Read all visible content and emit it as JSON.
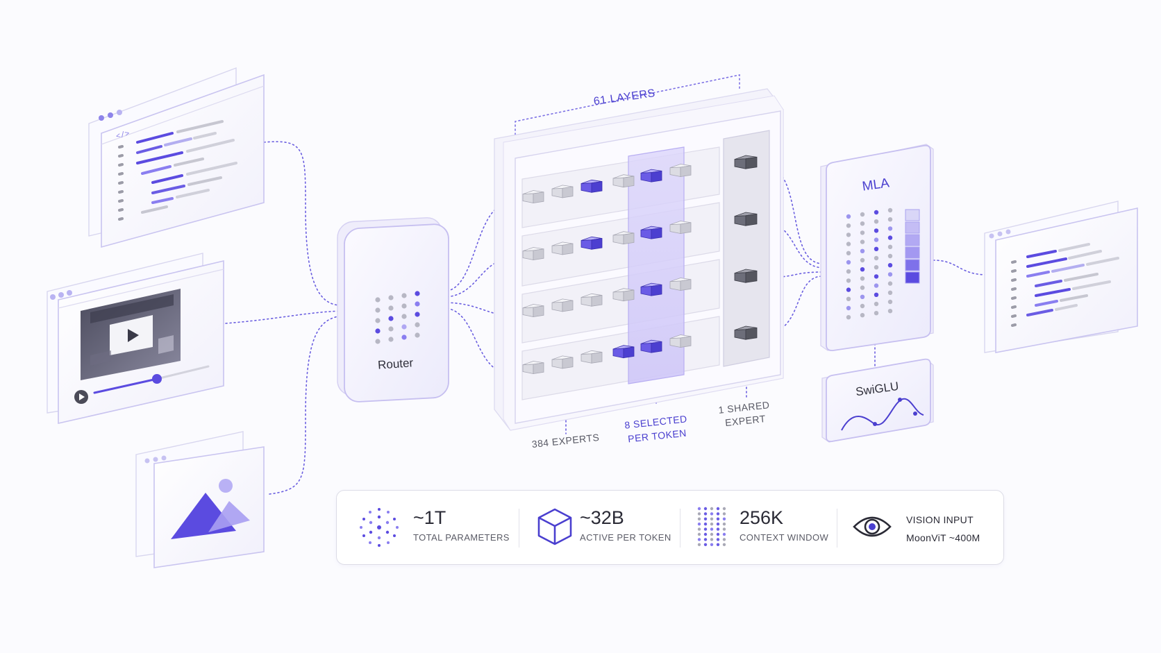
{
  "diagram": {
    "layers_label": "61 LAYERS",
    "router_label": "Router",
    "mla_label": "MLA",
    "swiglu_label": "SwiGLU",
    "experts_label": "384 EXPERTS",
    "selected_label_line1": "8 SELECTED",
    "selected_label_line2": "PER TOKEN",
    "shared_label_line1": "1 SHARED",
    "shared_label_line2": "EXPERT",
    "code_tag": "</>"
  },
  "stats": {
    "total_params_value": "~1T",
    "total_params_caption": "TOTAL PARAMETERS",
    "active_value": "~32B",
    "active_caption": "ACTIVE PER TOKEN",
    "context_value": "256K",
    "context_caption": "CONTEXT WINDOW",
    "vision_line1": "VISION INPUT",
    "vision_line2": "MoonViT ~400M"
  },
  "colors": {
    "accent": "#5b4be0",
    "accent_light": "#8a7ef0",
    "panel_border": "#d6d3ef",
    "shared_cube": "#6a6b78"
  }
}
